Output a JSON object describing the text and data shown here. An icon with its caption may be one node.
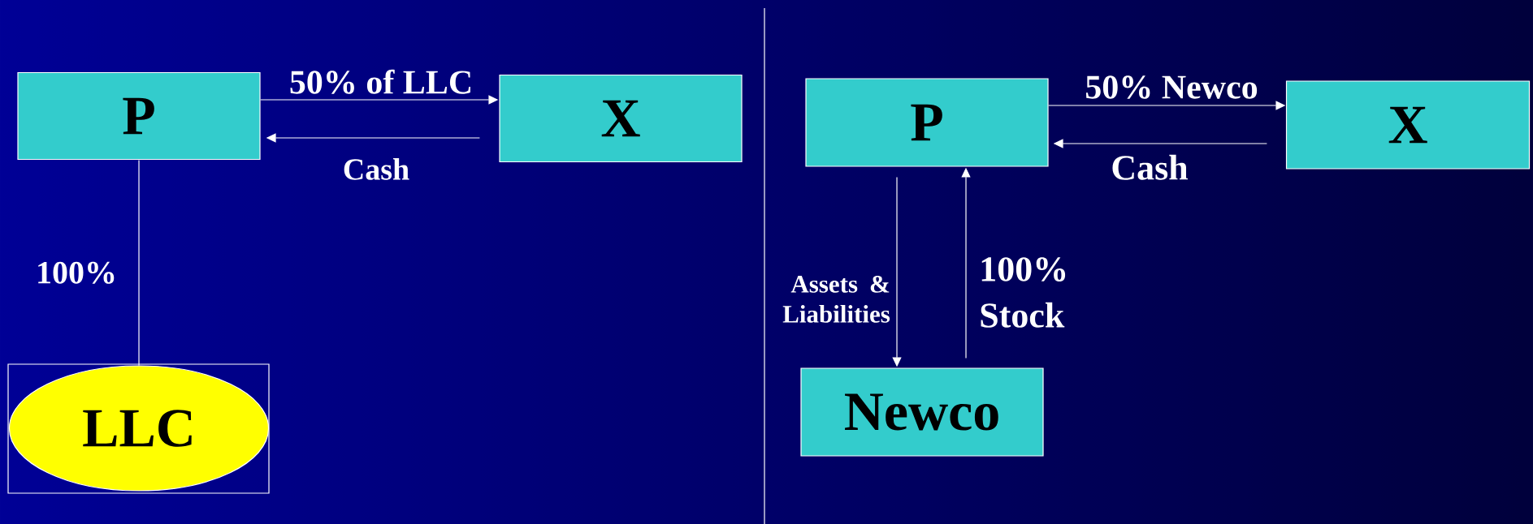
{
  "diagram": {
    "nodes": [
      {
        "text": [
          "P"
        ]
      },
      {
        "text": [
          "X"
        ]
      },
      {
        "text": [
          "LLC"
        ]
      },
      {
        "text": [
          "P"
        ]
      },
      {
        "text": [
          "X"
        ]
      },
      {
        "text": [
          "Newco"
        ]
      }
    ],
    "edges": [
      {
        "from": 0,
        "to": 1,
        "arrow": "to",
        "label": "50% of LLC"
      },
      {
        "from": 1,
        "to": 0,
        "arrow": "to",
        "label": "Cash"
      },
      {
        "from": 0,
        "to": 2,
        "arrow": "none",
        "label": "100%"
      },
      {
        "from": 3,
        "to": 4,
        "arrow": "to",
        "label": "50% Newco"
      },
      {
        "from": 4,
        "to": 3,
        "arrow": "to",
        "label": "Cash"
      },
      {
        "from": 3,
        "to": 5,
        "arrow": "to",
        "label": "Assets & Liabilities"
      },
      {
        "from": 5,
        "to": 3,
        "arrow": "to",
        "label": "100% Stock"
      }
    ]
  }
}
